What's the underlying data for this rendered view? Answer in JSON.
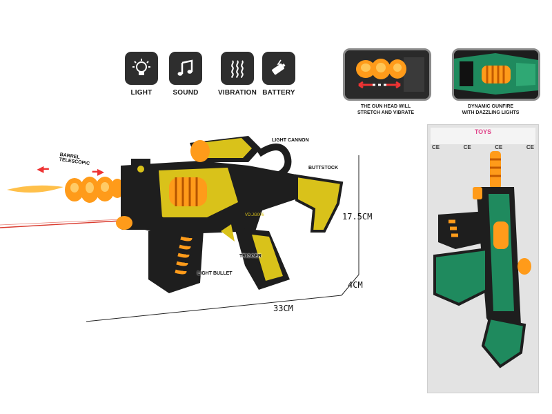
{
  "features": [
    {
      "label": "LIGHT",
      "icon": "light-bulb-icon"
    },
    {
      "label": "SOUND",
      "icon": "music-note-icon"
    },
    {
      "label": "VIBRATION",
      "icon": "vibration-waves-icon"
    },
    {
      "label": "BATTERY",
      "icon": "battery-icon"
    }
  ],
  "insets": [
    {
      "caption_line1": "THE GUN HEAD WILL",
      "caption_line2": "STRETCH AND VIBRATE"
    },
    {
      "caption_line1": "DYNAMIC GUNFIRE",
      "caption_line2": "WITH DAZZLING LIGHTS"
    }
  ],
  "callouts": {
    "barrel_line1": "BARREL",
    "barrel_line2": "TELESCOPIC",
    "light_cannon": "LIGHT CANNON",
    "buttstock": "BUTTSTOCK",
    "trigger": "TRIGGER",
    "light_bullet": "LIGHT BULLET"
  },
  "dimensions": {
    "height": "17.5CM",
    "width": "33CM",
    "depth": "4CM"
  },
  "package": {
    "brand": "TOYS",
    "certs": [
      "CE",
      "CE",
      "CE",
      "CE"
    ]
  },
  "colors": {
    "gun_yellow": "#d9c21a",
    "gun_black": "#1e1e1e",
    "gun_green": "#1f8a5e",
    "glow": "#ff9b1a"
  }
}
